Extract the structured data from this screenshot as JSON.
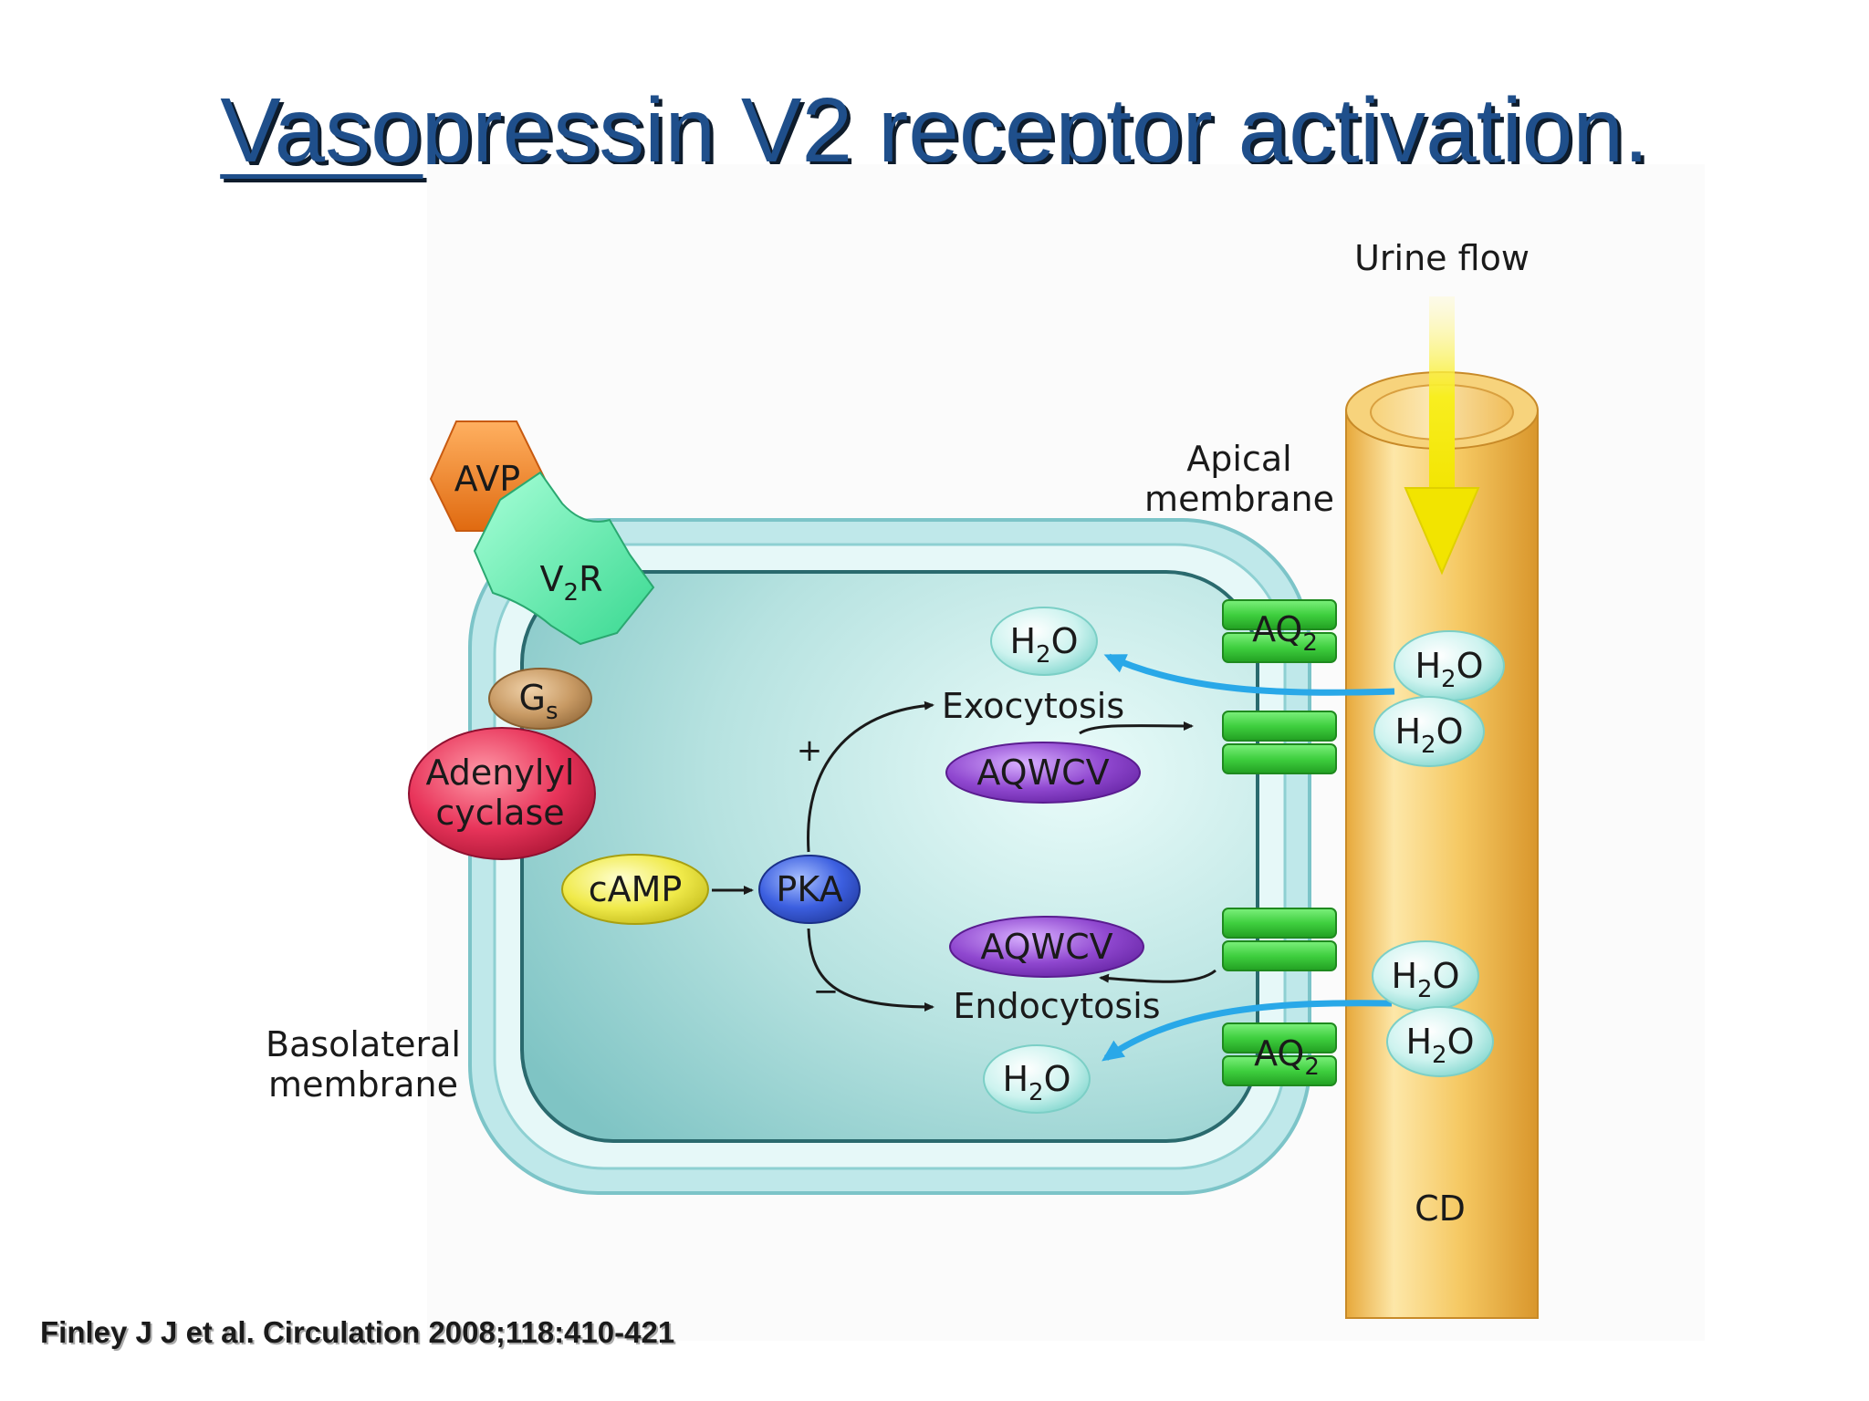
{
  "title": "Vasopressin V2 receptor activation.",
  "citation": "Finley J J et al. Circulation 2008;118:410-421",
  "labels": {
    "urine_flow": "Urine flow",
    "apical_line1": "Apical",
    "apical_line2": "membrane",
    "basolateral_line1": "Basolateral",
    "basolateral_line2": "membrane",
    "avp": "AVP",
    "v2r_main": "V",
    "v2r_sub": "2",
    "v2r_end": "R",
    "gs_main": "G",
    "gs_sub": "s",
    "adenylyl_line1": "Adenylyl",
    "adenylyl_line2": "cyclase",
    "camp": "cAMP",
    "pka": "PKA",
    "plus": "+",
    "minus": "−",
    "exocytosis": "Exocytosis",
    "endocytosis": "Endocytosis",
    "aqwcv": "AQWCV",
    "aq_main": "AQ",
    "aq_sub": "2",
    "h2o_main": "H",
    "h2o_sub": "2",
    "h2o_end": "O",
    "cd": "CD"
  },
  "colors": {
    "title": "#1f4f8b",
    "cell_fill": "#9fd6d6",
    "membrane": "#bfe8ea",
    "duct": "#f3c35a",
    "urine_arrow": "#f5e61a",
    "aquaporin": "#3fcf3f",
    "water_arrow": "#29a8e8",
    "avp": "#f2862a",
    "v2r": "#5ee8a8",
    "gs": "#c89a64",
    "adenylyl": "#e8345a",
    "camp": "#f0ea4a",
    "pka": "#3c5fe0",
    "aqwcv": "#9048d0",
    "h2o": "#bff0ec"
  }
}
